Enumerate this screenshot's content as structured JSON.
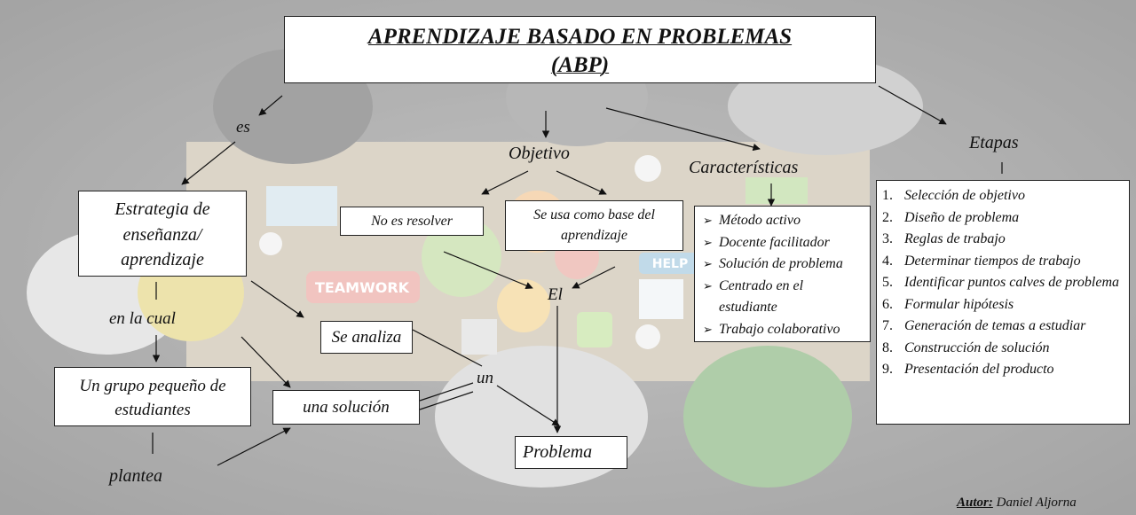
{
  "title": {
    "line1": "APRENDIZAJE BASADO EN PROBLEMAS",
    "line2": "(ABP)"
  },
  "connectors": {
    "es": "es",
    "en_la_cual": "en la cual",
    "plantea": "plantea",
    "objetivo": "Objetivo",
    "caracteristicas": "Características",
    "etapas": "Etapas",
    "el": "El",
    "un": "un"
  },
  "boxes": {
    "estrategia": [
      "Estrategia de",
      "enseñanza/",
      "aprendizaje"
    ],
    "grupo": [
      "Un grupo pequeño de",
      "estudiantes"
    ],
    "solucion": "una solución",
    "se_analiza": "Se analiza",
    "no_resolver": "No es resolver",
    "base": [
      "Se usa como base del",
      "aprendizaje"
    ],
    "problema": "Problema"
  },
  "caracteristicas_list": [
    "Método activo",
    "Docente facilitador",
    "Solución de problema",
    "Centrado en el estudiante",
    "Trabajo colaborativo"
  ],
  "etapas_list": [
    "Selección de objetivo",
    "Diseño de problema",
    "Reglas de trabajo",
    "Determinar tiempos de trabajo",
    "Identificar puntos calves de problema",
    "Formular hipótesis",
    "Generación de temas a estudiar",
    "Construcción de solución",
    "Presentación del producto"
  ],
  "etapas_numbers": [
    "1.",
    "2.",
    "3.",
    "4.",
    "5.",
    "6.",
    "7.",
    "8.",
    "9."
  ],
  "author": {
    "label": "Autor:",
    "name": "Daniel Aljorna"
  },
  "icons": {
    "bullet": "arrowhead-bullet-icon",
    "background": "teamwork-table-photo"
  },
  "colors": {
    "background": "#7c7c7c",
    "table": "#b9ad97",
    "box_border": "#222222"
  }
}
